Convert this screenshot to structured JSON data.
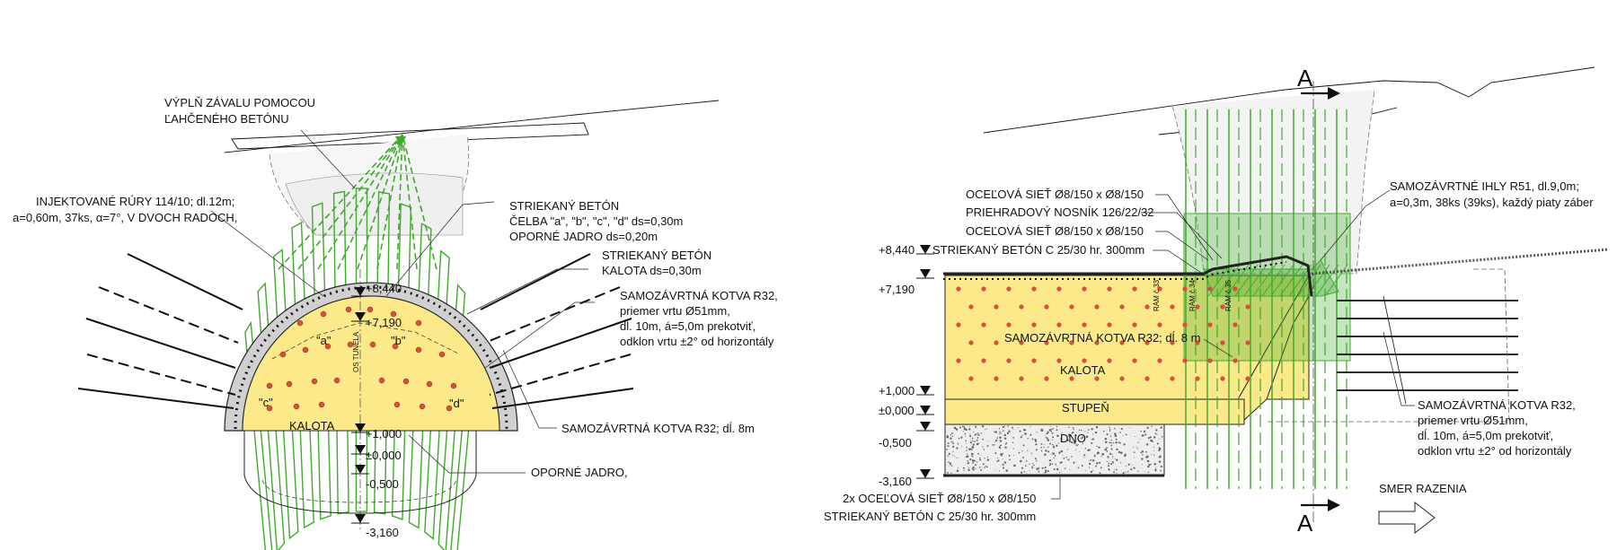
{
  "colors": {
    "kalota_fill": "#fbe98a",
    "green": "#3faa2c",
    "anchor_dot": "#d94f3d",
    "shotcrete_grey": "#c8c8c8"
  },
  "left": {
    "labels": {
      "fill_collapse_1": "VÝPLŇ ZÁVALU POMOCOU",
      "fill_collapse_2": "ĽAHČENÉHO BETÓNU",
      "pipes_1": "INJEKTOVANÉ RÚRY 114/10; dl.12m;",
      "pipes_2": "a=0,60m, 37ks, α=7°, V DVOCH RADOCH,",
      "shot_1_title": "STRIEKANÝ BETÓN",
      "shot_1_l1": "ČELBA \"a\", \"b\", \"c\", \"d\" ds=0,30m",
      "shot_1_l2": "OPORNÉ JADRO ds=0,20m",
      "shot_2_title": "STRIEKANÝ BETÓN",
      "shot_2_l1": "KALOTA ds=0,30m",
      "anchor_title": "SAMOZÁVRTNÁ KOTVA R32,",
      "anchor_l1": "priemer vrtu Ø51mm,",
      "anchor_l2": "dĺ. 10m, á=5,0m prekotviť,",
      "anchor_l3": "odklon vrtu ±2° od horizontály",
      "anchor_8m": "SAMOZÁVRTNÁ KOTVA R32; dĺ. 8m",
      "core": "OPORNÉ JADRO,",
      "kalota": "KALOTA",
      "axis": "OS TUNELA",
      "face_a": "\"a\"",
      "face_b": "\"b\"",
      "face_c": "\"c\"",
      "face_d": "\"d\""
    },
    "levels": [
      "+8,440",
      "+7,190",
      "+1,000",
      "±0,000",
      "-0,500",
      "-3,160"
    ]
  },
  "right": {
    "labels": {
      "mesh_1": "OCEĽOVÁ SIEŤ Ø8/150 x Ø8/150",
      "girder": "PRIEHRADOVÝ NOSNÍK 126/22/32",
      "mesh_2": "OCEĽOVÁ SIEŤ Ø8/150 x Ø8/150",
      "shot_top": "STRIEKANÝ BETÓN C 25/30 hr. 300mm",
      "needles_1": "SAMOZÁVRTNÉ IHLY R51, dl.9,0m;",
      "needles_2": "a=0,3m, 38ks (39ks), každý piaty záber",
      "anchor_8m": "SAMOZÁVRTNÁ KOTVA R32; dĺ. 8 m",
      "kalota": "KALOTA",
      "stupen": "STUPEŇ",
      "dno": "DNO",
      "anchor_title": "SAMOZÁVRTNÁ KOTVA R32,",
      "anchor_l1": "priemer vrtu Ø51mm,",
      "anchor_l2": "dĺ. 10m, á=5,0m prekotviť,",
      "anchor_l3": "odklon vrtu ±2° od horizontály",
      "mesh_bottom": "2x OCEĽOVÁ SIEŤ Ø8/150 x Ø8/150",
      "shot_bottom": "STRIEKANÝ BETÓN C 25/30 hr. 300mm",
      "direction": "SMER RAZENIA",
      "section_top": "A",
      "section_bottom": "A",
      "ram_1": "RÁM č.33",
      "ram_2": "RÁM č.34",
      "ram_3": "RÁM č.35"
    },
    "levels": [
      "+8,440",
      "+7,190",
      "+1,000",
      "±0,000",
      "-0,500",
      "-3,160"
    ]
  }
}
